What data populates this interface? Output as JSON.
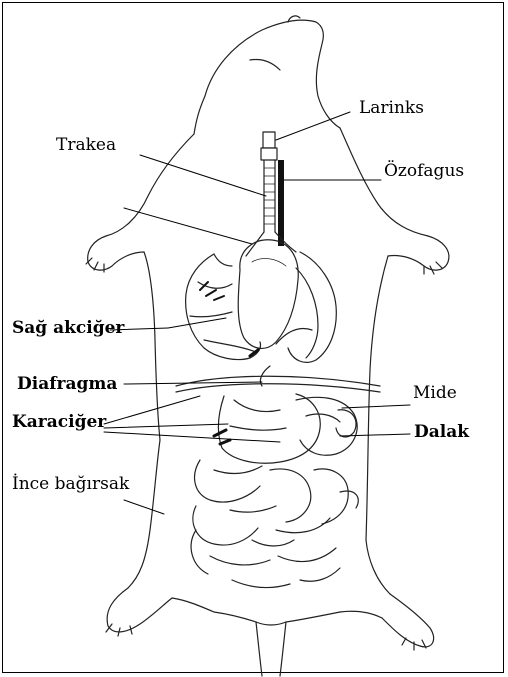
{
  "labels": {
    "larinks": "Larinks",
    "trakea": "Trakea",
    "ozofagus": "Özofagus",
    "sag_akciger": "Sağ akciğer",
    "diafragma": "Diafragma",
    "mide": "Mide",
    "karaciger": "Karaciğer",
    "dalak": "Dalak",
    "ince_bagirsak": "İnce bağırsak"
  }
}
